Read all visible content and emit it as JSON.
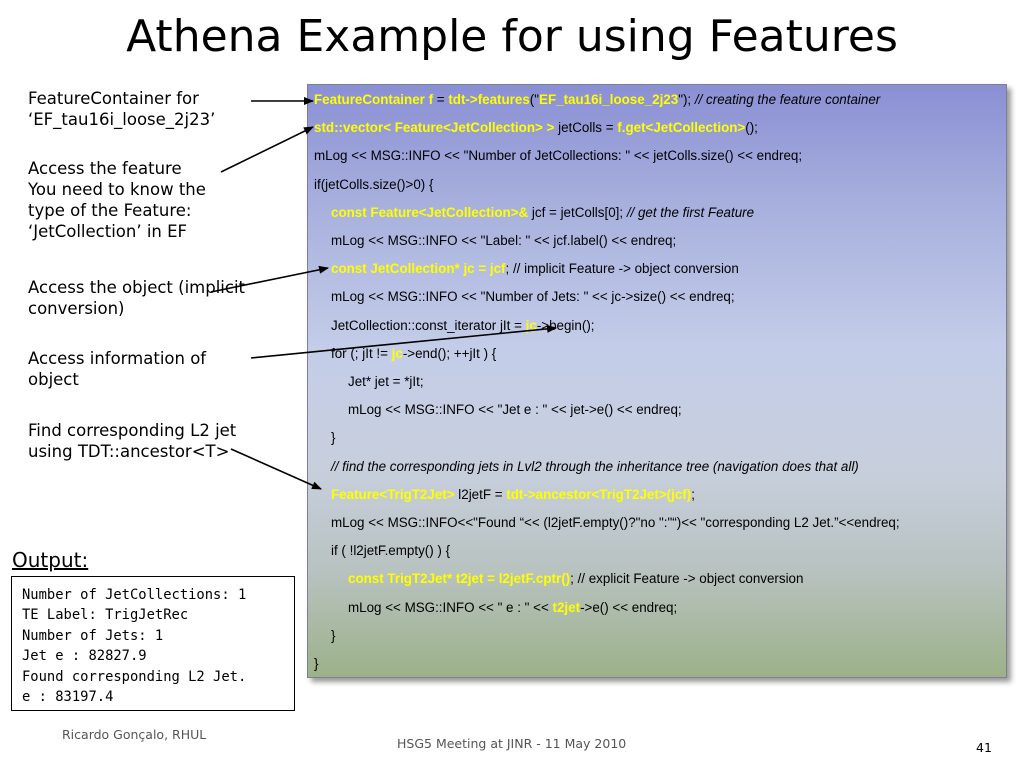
{
  "slide": {
    "title": "Athena Example for using Features",
    "page_number": "41"
  },
  "notes": [
    {
      "lines": [
        "FeatureContainer for",
        "‘EF_tau16i_loose_2j23’"
      ]
    },
    {
      "lines": [
        "Access the feature",
        "You need to know the",
        "type of the Feature:",
        "‘JetCollection’ in EF"
      ]
    },
    {
      "lines": [
        "Access the object (implicit",
        "conversion)"
      ]
    },
    {
      "lines": [
        "Access information of",
        "object"
      ]
    },
    {
      "lines": [
        "Find corresponding L2 jet",
        "using TDT::ancestor<T>"
      ]
    }
  ],
  "code": {
    "lines": [
      {
        "segments": [
          {
            "text": "FeatureContainer f",
            "style": "y"
          },
          {
            "text": " = ",
            "style": ""
          },
          {
            "text": "tdt->features",
            "style": "y"
          },
          {
            "text": "(\"",
            "style": ""
          },
          {
            "text": "EF_tau16i_loose_2j23",
            "style": "y"
          },
          {
            "text": "\");  ",
            "style": ""
          },
          {
            "text": "// creating the feature container",
            "style": "i"
          }
        ]
      },
      {
        "segments": [
          {
            "text": "std::vector< Feature<JetCollection> >",
            "style": "y"
          },
          {
            "text": " jetColls = ",
            "style": ""
          },
          {
            "text": "f.get<JetCollection>",
            "style": "y"
          },
          {
            "text": "();",
            "style": ""
          }
        ]
      },
      {
        "segments": [
          {
            "text": "mLog << MSG::INFO << \"Number of JetCollections: \" << jetColls.size() << endreq;",
            "style": ""
          }
        ]
      },
      {
        "segments": [
          {
            "text": "if(jetColls.size()>0) {",
            "style": ""
          }
        ]
      },
      {
        "segments": [
          {
            "text": "const Feature<JetCollection>&",
            "style": "y"
          },
          {
            "text": " jcf = jetColls[0]; ",
            "style": ""
          },
          {
            "text": "// get the first Feature",
            "style": "i"
          }
        ]
      },
      {
        "segments": [
          {
            "text": "mLog << MSG::INFO << \"Label: \" << jcf.label() << endreq;",
            "style": ""
          }
        ]
      },
      {
        "segments": [
          {
            "text": "const JetCollection* jc = jcf",
            "style": "y"
          },
          {
            "text": ";    // implicit Feature -> object conversion",
            "style": ""
          }
        ]
      },
      {
        "segments": [
          {
            "text": "mLog << MSG::INFO << \"Number of Jets: \" << jc->size() << endreq;",
            "style": ""
          }
        ]
      },
      {
        "segments": [
          {
            "text": "JetCollection::const_iterator jIt = ",
            "style": ""
          },
          {
            "text": "jc",
            "style": "y"
          },
          {
            "text": "->begin();",
            "style": ""
          }
        ]
      },
      {
        "segments": [
          {
            "text": "for (; jIt != ",
            "style": ""
          },
          {
            "text": "jc",
            "style": "y"
          },
          {
            "text": "->end(); ++jIt ) {",
            "style": ""
          }
        ]
      },
      {
        "segments": [
          {
            "text": "Jet* jet = *jIt;",
            "style": ""
          }
        ]
      },
      {
        "segments": [
          {
            "text": "mLog << MSG::INFO << \"Jet e : \" << jet->e() << endreq;",
            "style": ""
          }
        ]
      },
      {
        "segments": [
          {
            "text": "}",
            "style": ""
          }
        ]
      },
      {
        "segments": [
          {
            "text": "// find the corresponding jets in Lvl2 through the inheritance tree (navigation does that all)",
            "style": "i"
          }
        ]
      },
      {
        "segments": [
          {
            "text": "Feature<TrigT2Jet>",
            "style": "y"
          },
          {
            "text": " l2jetF = ",
            "style": ""
          },
          {
            "text": "tdt->ancestor<TrigT2Jet>(jcf)",
            "style": "y"
          },
          {
            "text": ";",
            "style": ""
          }
        ]
      },
      {
        "segments": [
          {
            "text": "mLog << MSG::INFO<<\"Found “<< (l2jetF.empty()?\"no \":\"“)<< \"corresponding L2 Jet.”<<endreq;",
            "style": ""
          }
        ]
      },
      {
        "segments": [
          {
            "text": "if ( !l2jetF.empty() ) {",
            "style": ""
          }
        ]
      },
      {
        "segments": [
          {
            "text": "const TrigT2Jet* t2jet = l2jetF.cptr()",
            "style": "y"
          },
          {
            "text": "; // explicit Feature -> object conversion",
            "style": ""
          }
        ]
      },
      {
        "segments": [
          {
            "text": "mLog << MSG::INFO << \" e : \" << ",
            "style": ""
          },
          {
            "text": "t2jet",
            "style": "y"
          },
          {
            "text": "->e() << endreq;",
            "style": ""
          }
        ]
      },
      {
        "segments": [
          {
            "text": "}",
            "style": ""
          }
        ]
      },
      {
        "segments": [
          {
            "text": "}",
            "style": ""
          }
        ]
      }
    ]
  },
  "output": {
    "label": "Output:",
    "text": "Number of JetCollections: 1\nTE Label: TrigJetRec\nNumber of Jets: 1\nJet e : 82827.9\nFound corresponding L2 Jet.\ne : 83197.4"
  },
  "footer": {
    "author": "Ricardo Gonçalo, RHUL",
    "meeting": "HSG5 Meeting at JINR - 11 May 2010"
  }
}
